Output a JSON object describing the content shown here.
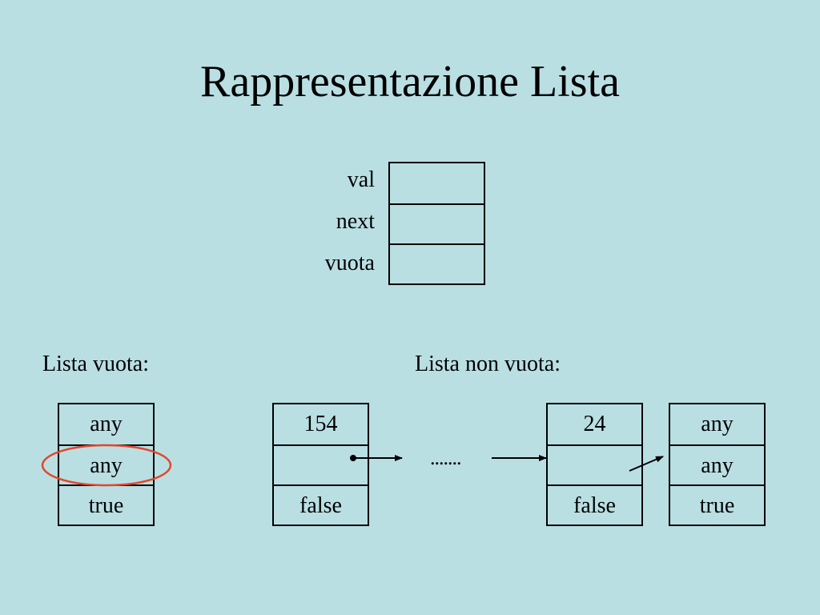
{
  "title": "Rappresentazione Lista",
  "structure": {
    "fields": [
      "val",
      "next",
      "vuota"
    ]
  },
  "empty_list": {
    "label": "Lista vuota:",
    "node": [
      "any",
      "any",
      "true"
    ]
  },
  "non_empty_list": {
    "label": "Lista non vuota:",
    "nodes": [
      [
        "154",
        "",
        "false"
      ],
      [
        "24",
        "",
        "false"
      ],
      [
        "any",
        "any",
        "true"
      ]
    ],
    "ellipsis": "......."
  },
  "colors": {
    "background": "#b9dfe3",
    "highlight_ellipse": "#e5452b"
  }
}
